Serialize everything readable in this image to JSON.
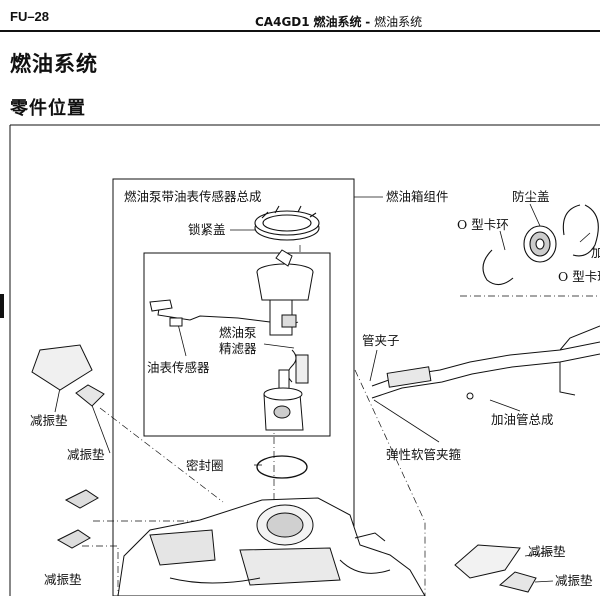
{
  "header": {
    "page_code": "FU–28",
    "model": "CA4GD1",
    "chapter_bold": "燃油系统",
    "separator": "-",
    "chapter": "燃油系统"
  },
  "section_title": "燃油系统",
  "subsection_title": "零件位置",
  "labels": {
    "pump_assembly": "燃油泵带油表传感器总成",
    "lock_cap": "锁紧盖",
    "fuel_tank_assembly": "燃油箱组件",
    "dust_cover": "防尘盖",
    "o_ring_left": "O 型卡环",
    "o_ring_right": "O 型卡环",
    "cut_right": "加",
    "fuel_pump": "燃油泵",
    "filter": "精滤器",
    "gauge_sensor": "油表传感器",
    "pipe_clamp": "管夹子",
    "filler_pipe": "加油管总成",
    "hose_clamp": "弹性软管夹箍",
    "seal_ring": "密封圈",
    "damper_1": "减振垫",
    "damper_2": "减振垫",
    "damper_3": "减振垫",
    "damper_4": "减振垫",
    "damper_5": "减振垫"
  },
  "colors": {
    "ink": "#111111",
    "paper": "#ffffff",
    "shade": "#d8d8d8"
  }
}
